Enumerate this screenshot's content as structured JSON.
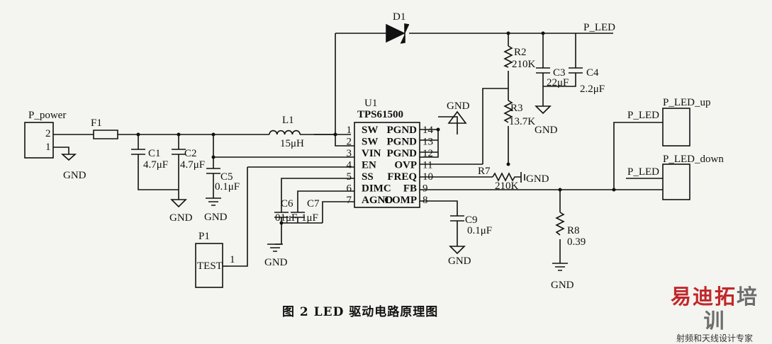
{
  "labels": {
    "d1": "D1",
    "p_led_top": "P_LED",
    "r2": "R2",
    "r2_val": "210K",
    "c3": "C3",
    "c3_val": "22μF",
    "c4": "C4",
    "c4_val": "2.2μF",
    "r3": "R3",
    "r3_val": "13.7K",
    "u1": "U1",
    "ic": "TPS61500",
    "p_power": "P_power",
    "f1": "F1",
    "l1": "L1",
    "l1_val": "15μH",
    "c1": "C1",
    "c1_val": "4.7μF",
    "c2": "C2",
    "c2_val": "4.7μF",
    "c5": "C5",
    "c5_val": "0.1μF",
    "c6": "C6",
    "c6_val": "01μF",
    "c7": "C7",
    "c7_val": "1μF",
    "c9": "C9",
    "c9_val": "0.1μF",
    "r7": "R7",
    "r7_val": "210K",
    "r8": "R8",
    "r8_val": "0.39",
    "p1": "P1",
    "test": "TEST",
    "test_pin": "1",
    "gnd": "GND",
    "p_led_up": "P_LED_up",
    "p_led_down": "P_LED_down",
    "p_led_left1": "P_LED",
    "p_led_left2": "P_LED",
    "pin2": "2",
    "pin1": "1"
  },
  "pins_left": [
    {
      "num": "1",
      "name": "SW"
    },
    {
      "num": "2",
      "name": "SW"
    },
    {
      "num": "3",
      "name": "VIN"
    },
    {
      "num": "4",
      "name": "EN"
    },
    {
      "num": "5",
      "name": "SS"
    },
    {
      "num": "6",
      "name": "DIMC"
    },
    {
      "num": "7",
      "name": "AGND"
    }
  ],
  "pins_right": [
    {
      "num": "14",
      "name": "PGND"
    },
    {
      "num": "13",
      "name": "PGND"
    },
    {
      "num": "12",
      "name": "PGND"
    },
    {
      "num": "11",
      "name": "OVP"
    },
    {
      "num": "10",
      "name": "FREQ"
    },
    {
      "num": "9",
      "name": "FB"
    },
    {
      "num": "8",
      "name": "COMP"
    }
  ],
  "caption": "图 2  LED 驱动电路原理图",
  "watermark": {
    "brand_red": "易迪拓",
    "brand_gray": "培训",
    "tagline": "射频和天线设计专家"
  },
  "colors": {
    "ink": "#111111",
    "watermark_red": "#c0282a"
  }
}
